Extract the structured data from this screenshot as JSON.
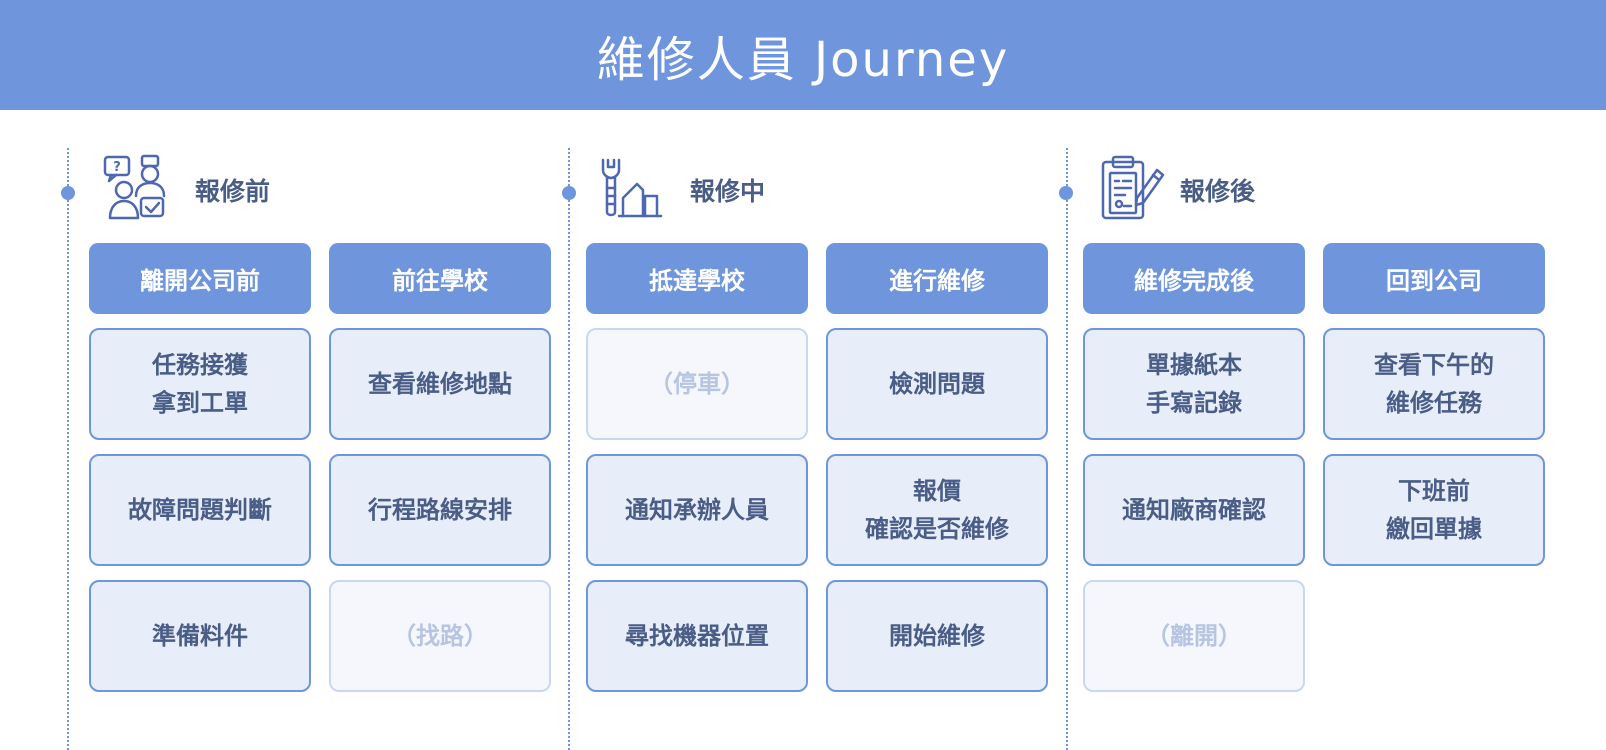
{
  "title": "維修人員 Journey",
  "phases": [
    {
      "title": "報修前",
      "icon": "support-staff-icon",
      "steps": [
        {
          "header": "離開公司前",
          "cards": [
            {
              "text": "任務接獲\n拿到工單",
              "state": "active"
            },
            {
              "text": "故障問題判斷",
              "state": "active"
            },
            {
              "text": "準備料件",
              "state": "active"
            }
          ]
        },
        {
          "header": "前往學校",
          "cards": [
            {
              "text": "查看維修地點",
              "state": "active"
            },
            {
              "text": "行程路線安排",
              "state": "active"
            },
            {
              "text": "（找路）",
              "state": "inactive"
            }
          ]
        }
      ]
    },
    {
      "title": "報修中",
      "icon": "wrench-tools-icon",
      "steps": [
        {
          "header": "抵達學校",
          "cards": [
            {
              "text": "（停車）",
              "state": "inactive"
            },
            {
              "text": "通知承辦人員",
              "state": "active"
            },
            {
              "text": "尋找機器位置",
              "state": "active"
            }
          ]
        },
        {
          "header": "進行維修",
          "cards": [
            {
              "text": "檢測問題",
              "state": "active"
            },
            {
              "text": "報價\n確認是否維修",
              "state": "active"
            },
            {
              "text": "開始維修",
              "state": "active"
            }
          ]
        }
      ]
    },
    {
      "title": "報修後",
      "icon": "clipboard-pen-icon",
      "steps": [
        {
          "header": "維修完成後",
          "cards": [
            {
              "text": "單據紙本\n手寫記錄",
              "state": "active"
            },
            {
              "text": "通知廠商確認",
              "state": "active"
            },
            {
              "text": "（離開）",
              "state": "inactive"
            }
          ]
        },
        {
          "header": "回到公司",
          "cards": [
            {
              "text": "查看下午的\n維修任務",
              "state": "active"
            },
            {
              "text": "下班前\n繳回單據",
              "state": "active"
            }
          ]
        }
      ]
    }
  ],
  "colors": {
    "accent": "#6f95dc",
    "card_fill": "#e7edf9",
    "card_text": "#4a5d86",
    "inactive_fill": "#f5f7fc",
    "inactive_border": "#c9d7f1",
    "inactive_text": "#b7c5e2"
  }
}
